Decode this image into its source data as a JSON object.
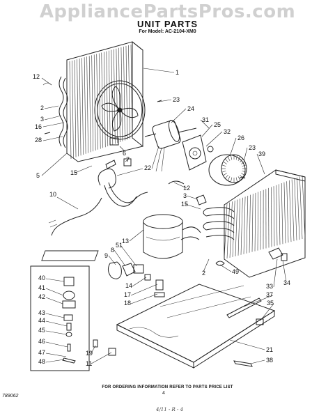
{
  "watermark": "AppliancePartsPros.com",
  "title": "UNIT PARTS",
  "subtitle": "For Model: AC-2104-XM0",
  "footer": "FOR ORDERING INFORMATION REFER TO PARTS PRICE LIST",
  "doc_number": "789062",
  "page_number": "4",
  "signature": "4/11 - R - 4",
  "callouts": [
    {
      "id": "c1",
      "label": "1"
    },
    {
      "id": "c12a",
      "label": "12"
    },
    {
      "id": "c2a",
      "label": "2"
    },
    {
      "id": "c16",
      "label": "16"
    },
    {
      "id": "c3a",
      "label": "3"
    },
    {
      "id": "c28",
      "label": "28"
    },
    {
      "id": "c5",
      "label": "5"
    },
    {
      "id": "c23a",
      "label": "23"
    },
    {
      "id": "c24",
      "label": "24"
    },
    {
      "id": "c31",
      "label": "31"
    },
    {
      "id": "c25",
      "label": "25"
    },
    {
      "id": "c32",
      "label": "32"
    },
    {
      "id": "c26",
      "label": "26"
    },
    {
      "id": "c23b",
      "label": "23"
    },
    {
      "id": "c39",
      "label": "39"
    },
    {
      "id": "c6",
      "label": "6"
    },
    {
      "id": "c7",
      "label": "7"
    },
    {
      "id": "c22",
      "label": "22"
    },
    {
      "id": "c15a",
      "label": "15"
    },
    {
      "id": "c10",
      "label": "10"
    },
    {
      "id": "c12b",
      "label": "12"
    },
    {
      "id": "c3b",
      "label": "3"
    },
    {
      "id": "c15b",
      "label": "15"
    },
    {
      "id": "c13",
      "label": "13"
    },
    {
      "id": "c9",
      "label": "9"
    },
    {
      "id": "c8",
      "label": "8"
    },
    {
      "id": "c51",
      "label": "51"
    },
    {
      "id": "c14",
      "label": "14"
    },
    {
      "id": "c17",
      "label": "17"
    },
    {
      "id": "c18",
      "label": "18"
    },
    {
      "id": "c2b",
      "label": "2"
    },
    {
      "id": "c49",
      "label": "49"
    },
    {
      "id": "c33",
      "label": "33"
    },
    {
      "id": "c34",
      "label": "34"
    },
    {
      "id": "c37",
      "label": "37"
    },
    {
      "id": "c35",
      "label": "35"
    },
    {
      "id": "c40",
      "label": "40"
    },
    {
      "id": "c41",
      "label": "41"
    },
    {
      "id": "c42",
      "label": "42"
    },
    {
      "id": "c43",
      "label": "43"
    },
    {
      "id": "c44",
      "label": "44"
    },
    {
      "id": "c45",
      "label": "45"
    },
    {
      "id": "c46",
      "label": "46"
    },
    {
      "id": "c47",
      "label": "47"
    },
    {
      "id": "c48",
      "label": "48"
    },
    {
      "id": "c19",
      "label": "19"
    },
    {
      "id": "c11",
      "label": "11"
    },
    {
      "id": "c21",
      "label": "21"
    },
    {
      "id": "c38",
      "label": "38"
    }
  ]
}
